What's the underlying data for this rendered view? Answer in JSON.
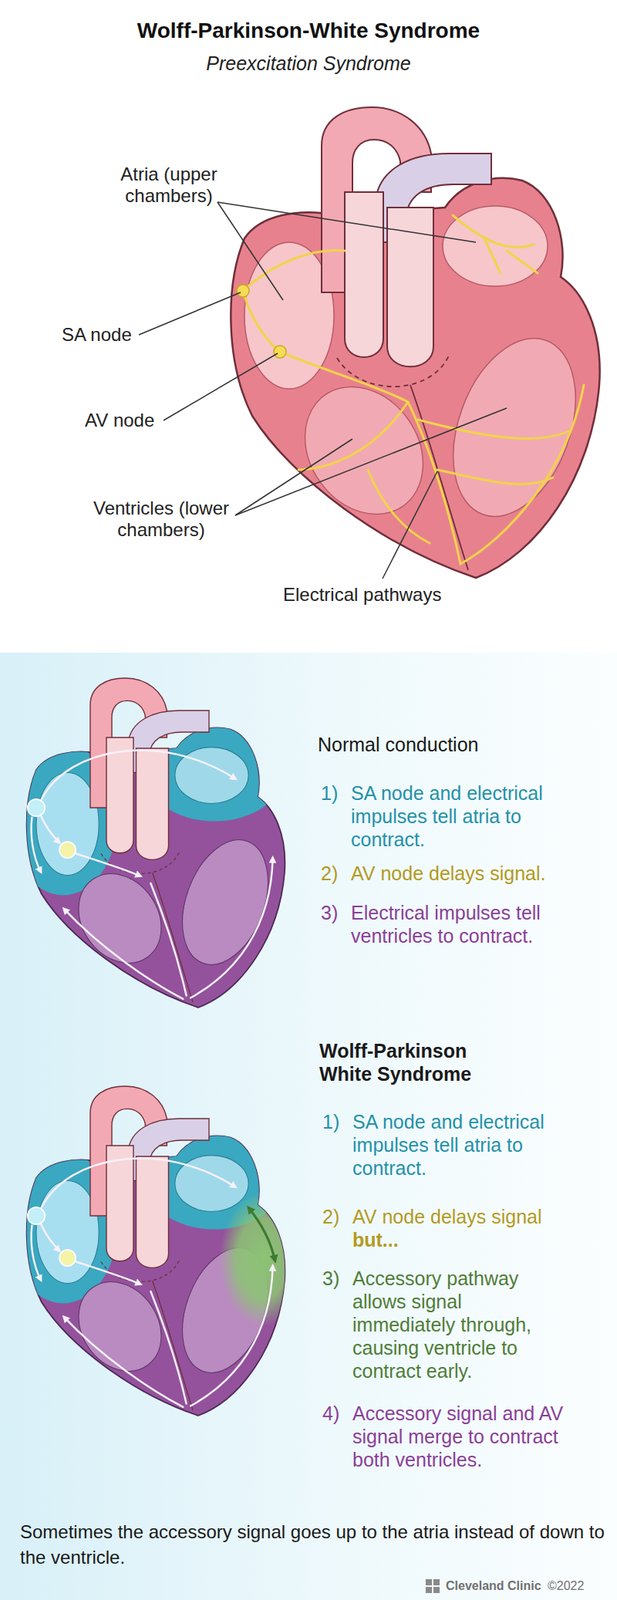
{
  "diagram": {
    "title": "Wolff-Parkinson-White Syndrome",
    "caption": "Sometimes the accessory signal goes up to the atria instead of down to the ventricle.",
    "labels": [
      "Preexcitation Syndrome",
      "Atria (upper chambers)",
      "SA node",
      "AV node",
      "Ventricles (lower chambers)",
      "Electrical pathways",
      "Normal conduction",
      "1)",
      "SA node and electrical impulses tell atria to contract.",
      "2)",
      "AV node delays signal.",
      "3)",
      "Electrical impulses tell ventricles to contract.",
      "Wolff-Parkinson White Syndrome",
      "1)",
      "SA node and electrical impulses tell atria to contract.",
      "2)",
      "AV node delays signal",
      "but...",
      "3)",
      "Accessory pathway allows signal immediately through, causing ventricle to contract early.",
      "4)",
      "Accessory signal and AV signal merge to contract both ventricles.",
      "Cleveland Clinic",
      "©2022"
    ]
  }
}
